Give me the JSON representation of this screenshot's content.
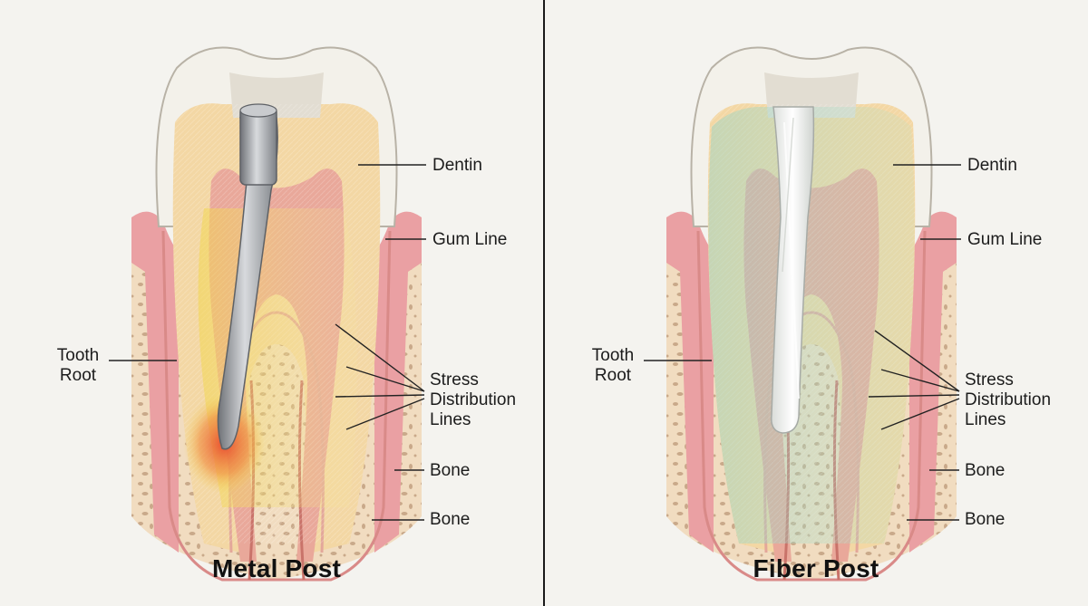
{
  "panels": [
    {
      "caption": "Metal Post",
      "labels": {
        "dentin": "Dentin",
        "gum_line": "Gum Line",
        "tooth_root": "Tooth Root",
        "stress_lines": "Stress Distribution Lines",
        "bone_upper": "Bone",
        "bone_lower": "Bone"
      }
    },
    {
      "caption": "Fiber Post",
      "labels": {
        "dentin": "Dentin",
        "gum_line": "Gum Line",
        "tooth_root": "Tooth Root",
        "stress_lines": "Stress Distribution Lines",
        "bone_upper": "Bone",
        "bone_lower": "Bone"
      }
    }
  ],
  "colors": {
    "background": "#f4f3ef",
    "enamel": "#f3f1ea",
    "dentin": "#f3d7a4",
    "pulp": "#e9a89a",
    "gum": "#eaa0a3",
    "bone": "#f1dcc0",
    "metal_post": "#9b9ea3",
    "fiber_post": "#eceeea",
    "stress_high": "#e8462d",
    "stress_medium": "#f2d64a",
    "stress_low": "#8fd3c8"
  }
}
